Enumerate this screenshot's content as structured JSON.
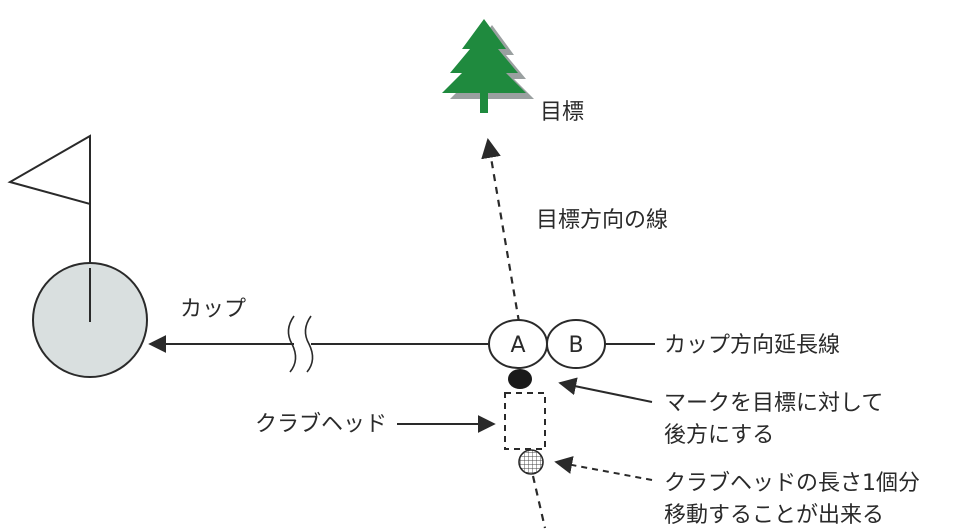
{
  "colors": {
    "line": "#2a2a2a",
    "tree": "#1f8a3e",
    "tree_shadow": "#9aa0a0",
    "cup_fill": "#d9dfdf",
    "background": "#ffffff"
  },
  "icons": [
    "flag-icon",
    "tree-icon",
    "ball-icon"
  ],
  "labels": {
    "target": "目標",
    "target_line": "目標方向の線",
    "cup": "カップ",
    "cup_line_ext": "カップ方向延長線",
    "mark_line1": "マークを目標に対して",
    "mark_line2": "後方にする",
    "club_head": "クラブヘッド",
    "move_line1": "クラブヘッドの長さ1個分",
    "move_line2": "移動することが出来る",
    "ball_a": "A",
    "ball_b": "B"
  }
}
